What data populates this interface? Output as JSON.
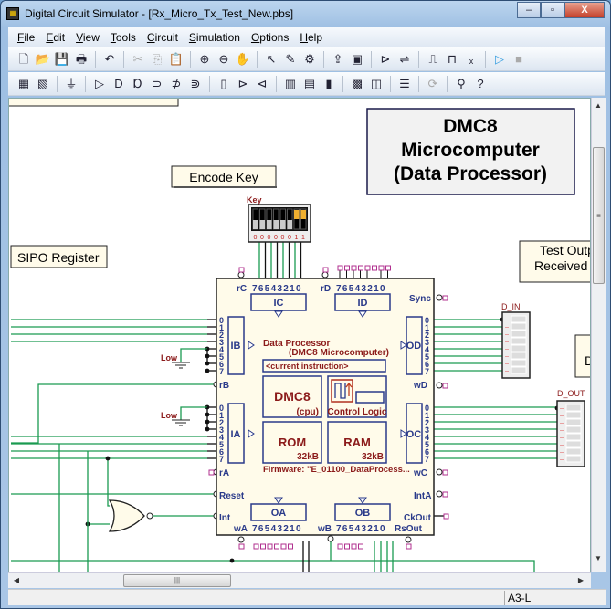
{
  "window": {
    "title": "Digital Circuit Simulator - [Rx_Micro_Tx_Test_New.pbs]",
    "minimize": "–",
    "maximize": "▫",
    "close": "X"
  },
  "menu": [
    {
      "key": "F",
      "rest": "ile"
    },
    {
      "key": "E",
      "rest": "dit"
    },
    {
      "key": "V",
      "rest": "iew"
    },
    {
      "key": "T",
      "rest": "ools"
    },
    {
      "key": "C",
      "rest": "ircuit"
    },
    {
      "key": "S",
      "rest": "imulation"
    },
    {
      "key": "O",
      "rest": "ptions"
    },
    {
      "key": "H",
      "rest": "elp"
    }
  ],
  "toolbar1": [
    "new-file",
    "open-folder",
    "save",
    "print",
    "|",
    "undo",
    "|",
    "cut",
    "copy",
    "paste",
    "|",
    "zoom-in",
    "zoom-out",
    "pan-hand",
    "|",
    "select-arrow",
    "wire-pen",
    "auto-route",
    "|",
    "import-chip",
    "chip-editor",
    "|",
    "input-output",
    "signal-switch",
    "|",
    "pulse-generator",
    "timing-diagram",
    "counter",
    "|",
    "run",
    "stop"
  ],
  "toolbar2": [
    "binary-display",
    "hex-display",
    "|",
    "ground-wire",
    "|",
    "buffer-gate",
    "and-gate",
    "nand-gate",
    "or-gate",
    "nor-gate",
    "xor-gate",
    "|",
    "register",
    "mux",
    "demux",
    "|",
    "flipflop",
    "latch",
    "counter-chip",
    "|",
    "memory-chip",
    "scope",
    "|",
    "properties",
    "|",
    "refresh",
    "|",
    "probe",
    "help-pointer"
  ],
  "labels": {
    "title_line1": "DMC8",
    "title_line2": "Microcomputer",
    "title_line3": "(Data Processor)",
    "encode_key": "Encode Key",
    "sipo": "SIPO Register",
    "test_out_1": "Test Outp",
    "test_out_2": "Received",
    "d_box": "D"
  },
  "key_switch": {
    "name": "Key",
    "bits": [
      "0",
      "0",
      "0",
      "0",
      "0",
      "0",
      "1",
      "1"
    ],
    "on_color": "#f0b030"
  },
  "chip": {
    "port_bits": "76543210",
    "rC": "rC",
    "rD": "rD",
    "IC": "IC",
    "ID": "ID",
    "sync": "Sync",
    "IB": "IB",
    "IA": "IA",
    "OD": "OD",
    "OC": "OC",
    "rB": "rB",
    "rA": "rA",
    "wD": "wD",
    "wC": "wC",
    "reset": "Reset",
    "int": "Int",
    "intA": "IntA",
    "ckout": "CkOut",
    "rsout": "RsOut",
    "wA": "wA",
    "wB": "wB",
    "OA": "OA",
    "OB": "OB",
    "pin_nums": [
      "0",
      "1",
      "2",
      "3",
      "4",
      "5",
      "6",
      "7"
    ],
    "heading1": "Data Processor",
    "heading2": "(DMC8 Microcomputer)",
    "instruction": "<current instruction>",
    "cpu": "DMC8",
    "cpu_sub": "(cpu)",
    "control": "Control Logic",
    "rom": "ROM",
    "rom_size": "32kB",
    "ram": "RAM",
    "ram_size": "32kB",
    "firmware": "Firmware: \"E_01100_DataProcess..."
  },
  "low_label": "Low",
  "d_in": "D_IN",
  "d_out": "D_OUT",
  "colors": {
    "wire": "#1a9a50",
    "chip_fill": "#fffbea",
    "chip_text": "#2a3a8a",
    "dark_red": "#8b1a1a",
    "pin": "#b0308f"
  },
  "status": {
    "cell": "A3-L"
  }
}
